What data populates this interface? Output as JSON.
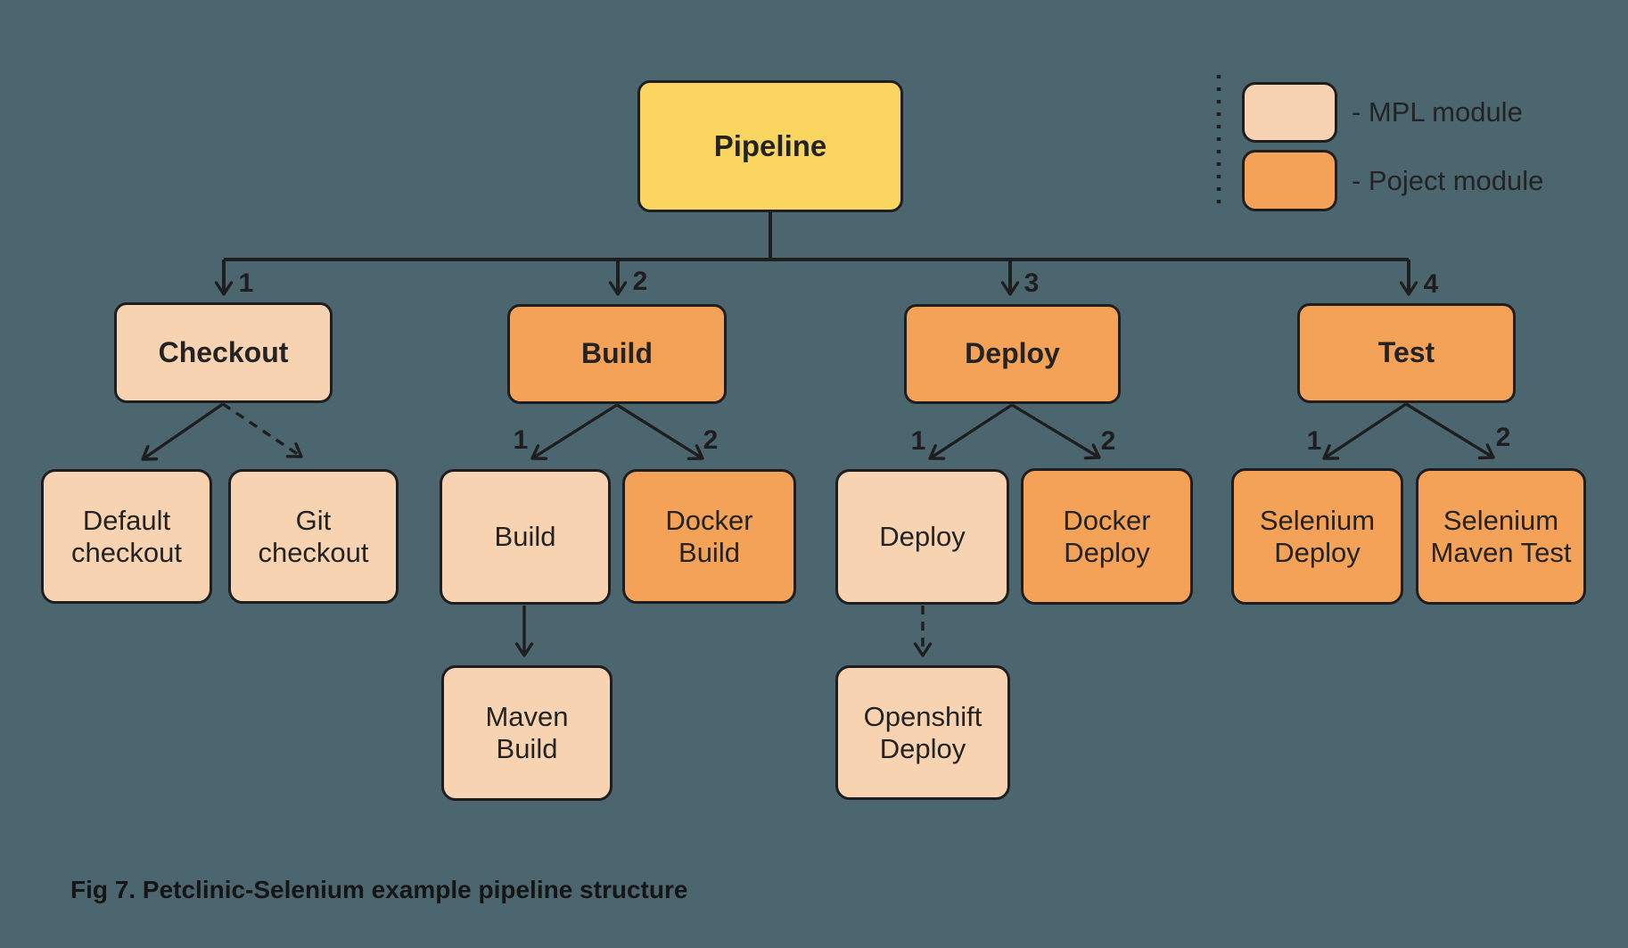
{
  "colors": {
    "background": "#4C6670",
    "pipeline_fill": "#FAD55F",
    "mpl_fill": "#F8D3B2",
    "project_fill": "#F4A257",
    "line": "#1E1E1E",
    "text": "#232323"
  },
  "root": {
    "label": "Pipeline"
  },
  "legend": {
    "items": [
      {
        "name": "mpl",
        "label": "- MPL module"
      },
      {
        "name": "project",
        "label": "- Poject module"
      }
    ]
  },
  "stages": [
    {
      "label": "Checkout",
      "number": "1",
      "module": "mpl",
      "children": [
        {
          "label": "Default\ncheckout",
          "module": "mpl",
          "link": "solid"
        },
        {
          "label": "Git\ncheckout",
          "module": "mpl",
          "link": "dashed"
        }
      ]
    },
    {
      "label": "Build",
      "number": "2",
      "module": "project",
      "children": [
        {
          "label": "Build",
          "number": "1",
          "module": "mpl",
          "link": "solid",
          "children": [
            {
              "label": "Maven\nBuild",
              "module": "mpl",
              "link": "solid"
            }
          ]
        },
        {
          "label": "Docker\nBuild",
          "number": "2",
          "module": "project",
          "link": "solid"
        }
      ]
    },
    {
      "label": "Deploy",
      "number": "3",
      "module": "project",
      "children": [
        {
          "label": "Deploy",
          "number": "1",
          "module": "mpl",
          "link": "solid",
          "children": [
            {
              "label": "Openshift\nDeploy",
              "module": "mpl",
              "link": "dashed"
            }
          ]
        },
        {
          "label": "Docker\nDeploy",
          "number": "2",
          "module": "project",
          "link": "solid"
        }
      ]
    },
    {
      "label": "Test",
      "number": "4",
      "module": "project",
      "children": [
        {
          "label": "Selenium\nDeploy",
          "number": "1",
          "module": "project",
          "link": "solid"
        },
        {
          "label": "Selenium\nMaven Test",
          "number": "2",
          "module": "project",
          "link": "solid"
        }
      ]
    }
  ],
  "caption": "Fig 7. Petclinic-Selenium example pipeline structure"
}
